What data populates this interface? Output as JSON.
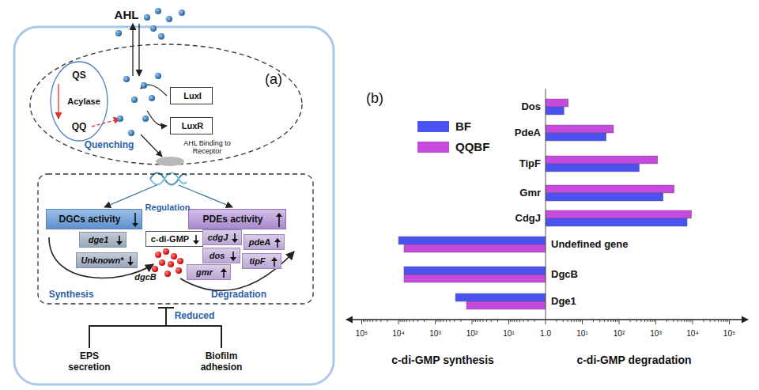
{
  "diagram": {
    "nodes": [
      {
        "text": [
          "LuxI"
        ]
      },
      {
        "text": [
          "LuxR"
        ]
      },
      {
        "text": [
          "DGCs activity"
        ]
      },
      {
        "text": [
          "c-di-GMP"
        ]
      },
      {
        "text": [
          "PDEs activity"
        ]
      },
      {
        "text": [
          "dge1"
        ]
      },
      {
        "text": [
          "cdgJ"
        ]
      },
      {
        "text": [
          "pdeA"
        ]
      },
      {
        "text": [
          "Unknown*"
        ]
      },
      {
        "text": [
          "dos"
        ]
      },
      {
        "text": [
          "gmr"
        ]
      },
      {
        "text": [
          "tipF"
        ]
      }
    ],
    "labels": [
      "AHL",
      "QS",
      "Acylase",
      "QQ",
      "Quenching",
      "AHL Binding to Receptor",
      "(a)",
      "Regulation",
      "dgcB",
      "Synthesis",
      "Degradation",
      "Reduced",
      "EPS secretion",
      "Biofilm adhesion",
      "(b)",
      "Dos",
      "PdeA",
      "TipF",
      "Gmr",
      "CdgJ",
      "Undefined gene",
      "DgcB",
      "Dge1",
      "10⁵",
      "10⁴",
      "10³",
      "10²",
      "10¹",
      "1.0",
      "10¹",
      "10²",
      "10³",
      "10⁴",
      "10⁵",
      "c-di-GMP synthesis",
      "c-di-GMP degradation"
    ],
    "legend": [
      {
        "text": "BF",
        "color": "#4a52f0"
      },
      {
        "text": "QQBF",
        "color": "#c64ade"
      }
    ]
  }
}
